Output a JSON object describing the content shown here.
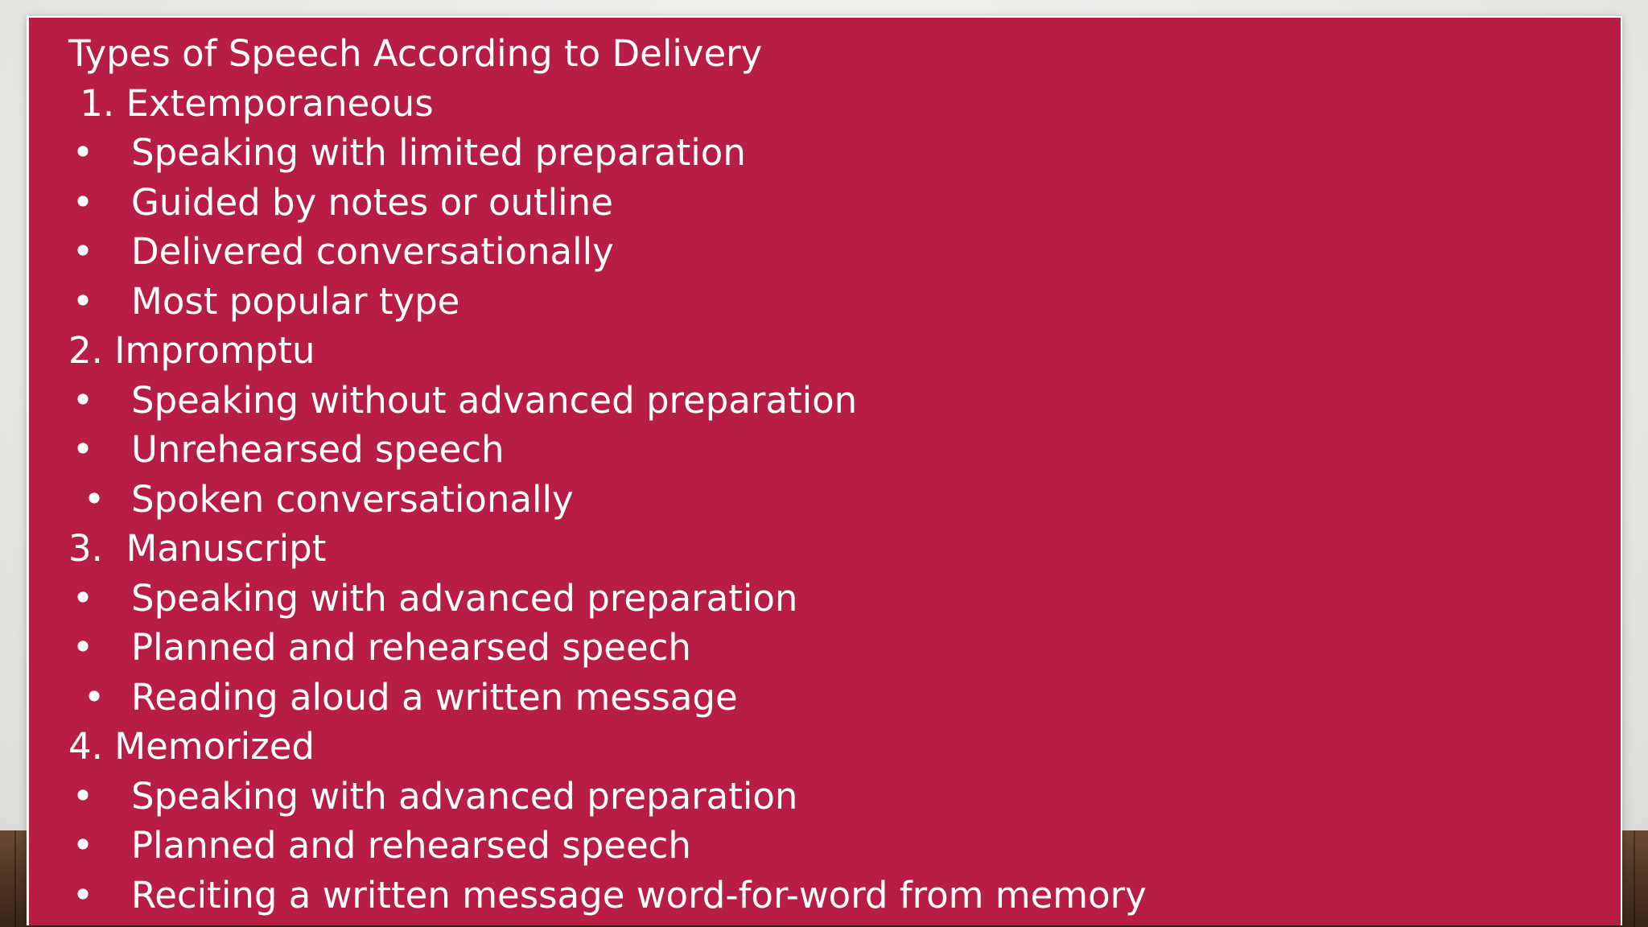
{
  "colors": {
    "panel": "#b81e44",
    "text": "#ffffff"
  },
  "slide": {
    "title": "Types of Speech According to Delivery",
    "sections": [
      {
        "heading": " 1. Extemporaneous",
        "bullets": [
          "Speaking with limited preparation",
          "Guided by notes or outline",
          "Delivered conversationally",
          "Most popular type"
        ]
      },
      {
        "heading": "2. Impromptu",
        "bullets": [
          "Speaking without advanced preparation",
          "Unrehearsed speech",
          "Spoken conversationally"
        ]
      },
      {
        "heading": "3.  Manuscript",
        "bullets": [
          "Speaking with advanced preparation",
          "Planned and rehearsed speech",
          "Reading aloud a written message"
        ]
      },
      {
        "heading": "4. Memorized",
        "bullets": [
          "Speaking with advanced preparation",
          "Planned and rehearsed speech",
          "Reciting a written message word-for-word from memory"
        ]
      }
    ],
    "bullet_symbol": "•"
  }
}
